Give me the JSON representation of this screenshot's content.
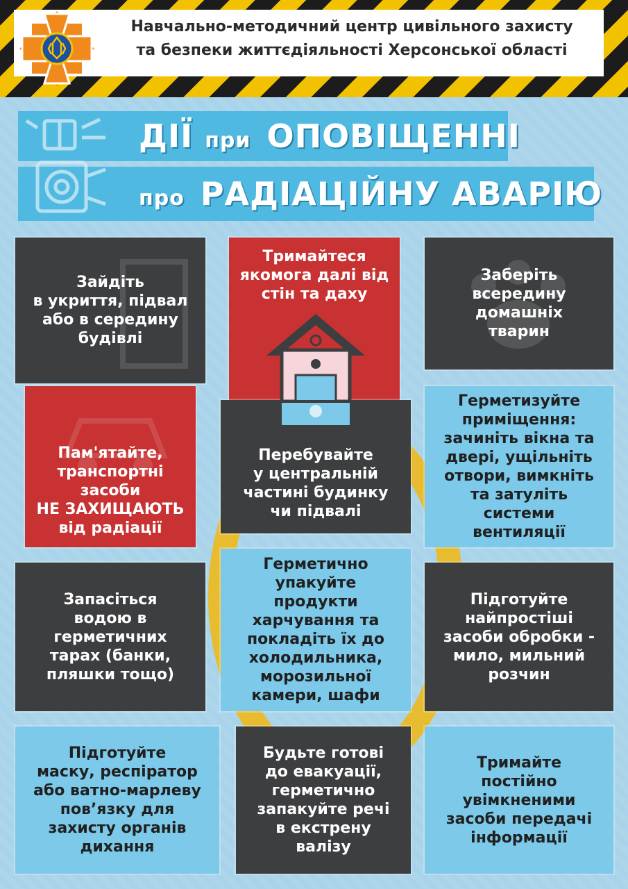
{
  "header": {
    "org_line1": "Навчально-методичний центр цивільного захисту",
    "org_line2": "та безпеки життєдіяльності Херсонської області",
    "emblem_icon": "civil-protection-emblem-icon",
    "colors": {
      "hazard_yellow": "#f2c200",
      "hazard_black": "#1c1c1c",
      "emblem_orange": "#f08a1c"
    }
  },
  "title": {
    "line1_big1": "ДІЇ",
    "line1_small": "при",
    "line1_big2": "ОПОВІЩЕННІ",
    "line2_small": "про",
    "line2_big": "РАДІАЦІЙНУ АВАРІЮ"
  },
  "cards": [
    {
      "text": "Зайдіть\nв укриття, підвал\nабо в середину\nбудівлі",
      "style": "dark"
    },
    {
      "text": "Тримайтеся\nякомога далі від\nстін та даху",
      "style": "red"
    },
    {
      "text": "Заберіть\nвсередину\nдомашніх\nтварин",
      "style": "dark"
    },
    {
      "text": "Пам'ятайте,\nтранспортні\nзасоби\nНЕ ЗАХИЩАЮТЬ\nвід радіації",
      "style": "red"
    },
    {
      "text": "Перебувайте\nу центральній\nчастині будинку\nчи підвалі",
      "style": "dark"
    },
    {
      "text": "Герметизуйте\nприміщення:\nзачиніть вікна та\nдвері, ущільніть\nотвори, вимкніть\nта затуліть\nсистеми\nвентиляції",
      "style": "blue"
    },
    {
      "text": "Запасіться\nводою в\nгерметичних\nтарах (банки,\nпляшки тощо)",
      "style": "dark"
    },
    {
      "text": "Герметично\nупакуйте\nпродукти\nхарчування та\nпокладіть їх до\nхолодильника,\nморозильної\nкамери, шафи",
      "style": "blue"
    },
    {
      "text": "Підготуйте\nнайпростіші\nзасоби обробки -\nмило, мильний\nрозчин",
      "style": "dark"
    },
    {
      "text": "Підготуйте\nмаску, респіратор\nабо ватно-марлеву\nпов’язку для\nзахисту органів\nдихання",
      "style": "blue"
    },
    {
      "text": "Будьте готові\nдо евакуації,\nгерметично\nзапакуйте речі\nв екстрену\nвалізу",
      "style": "dark"
    },
    {
      "text": "Тримайте\nпостійно\nувімкненими\nзасоби передачі\nінформації",
      "style": "blue"
    }
  ]
}
